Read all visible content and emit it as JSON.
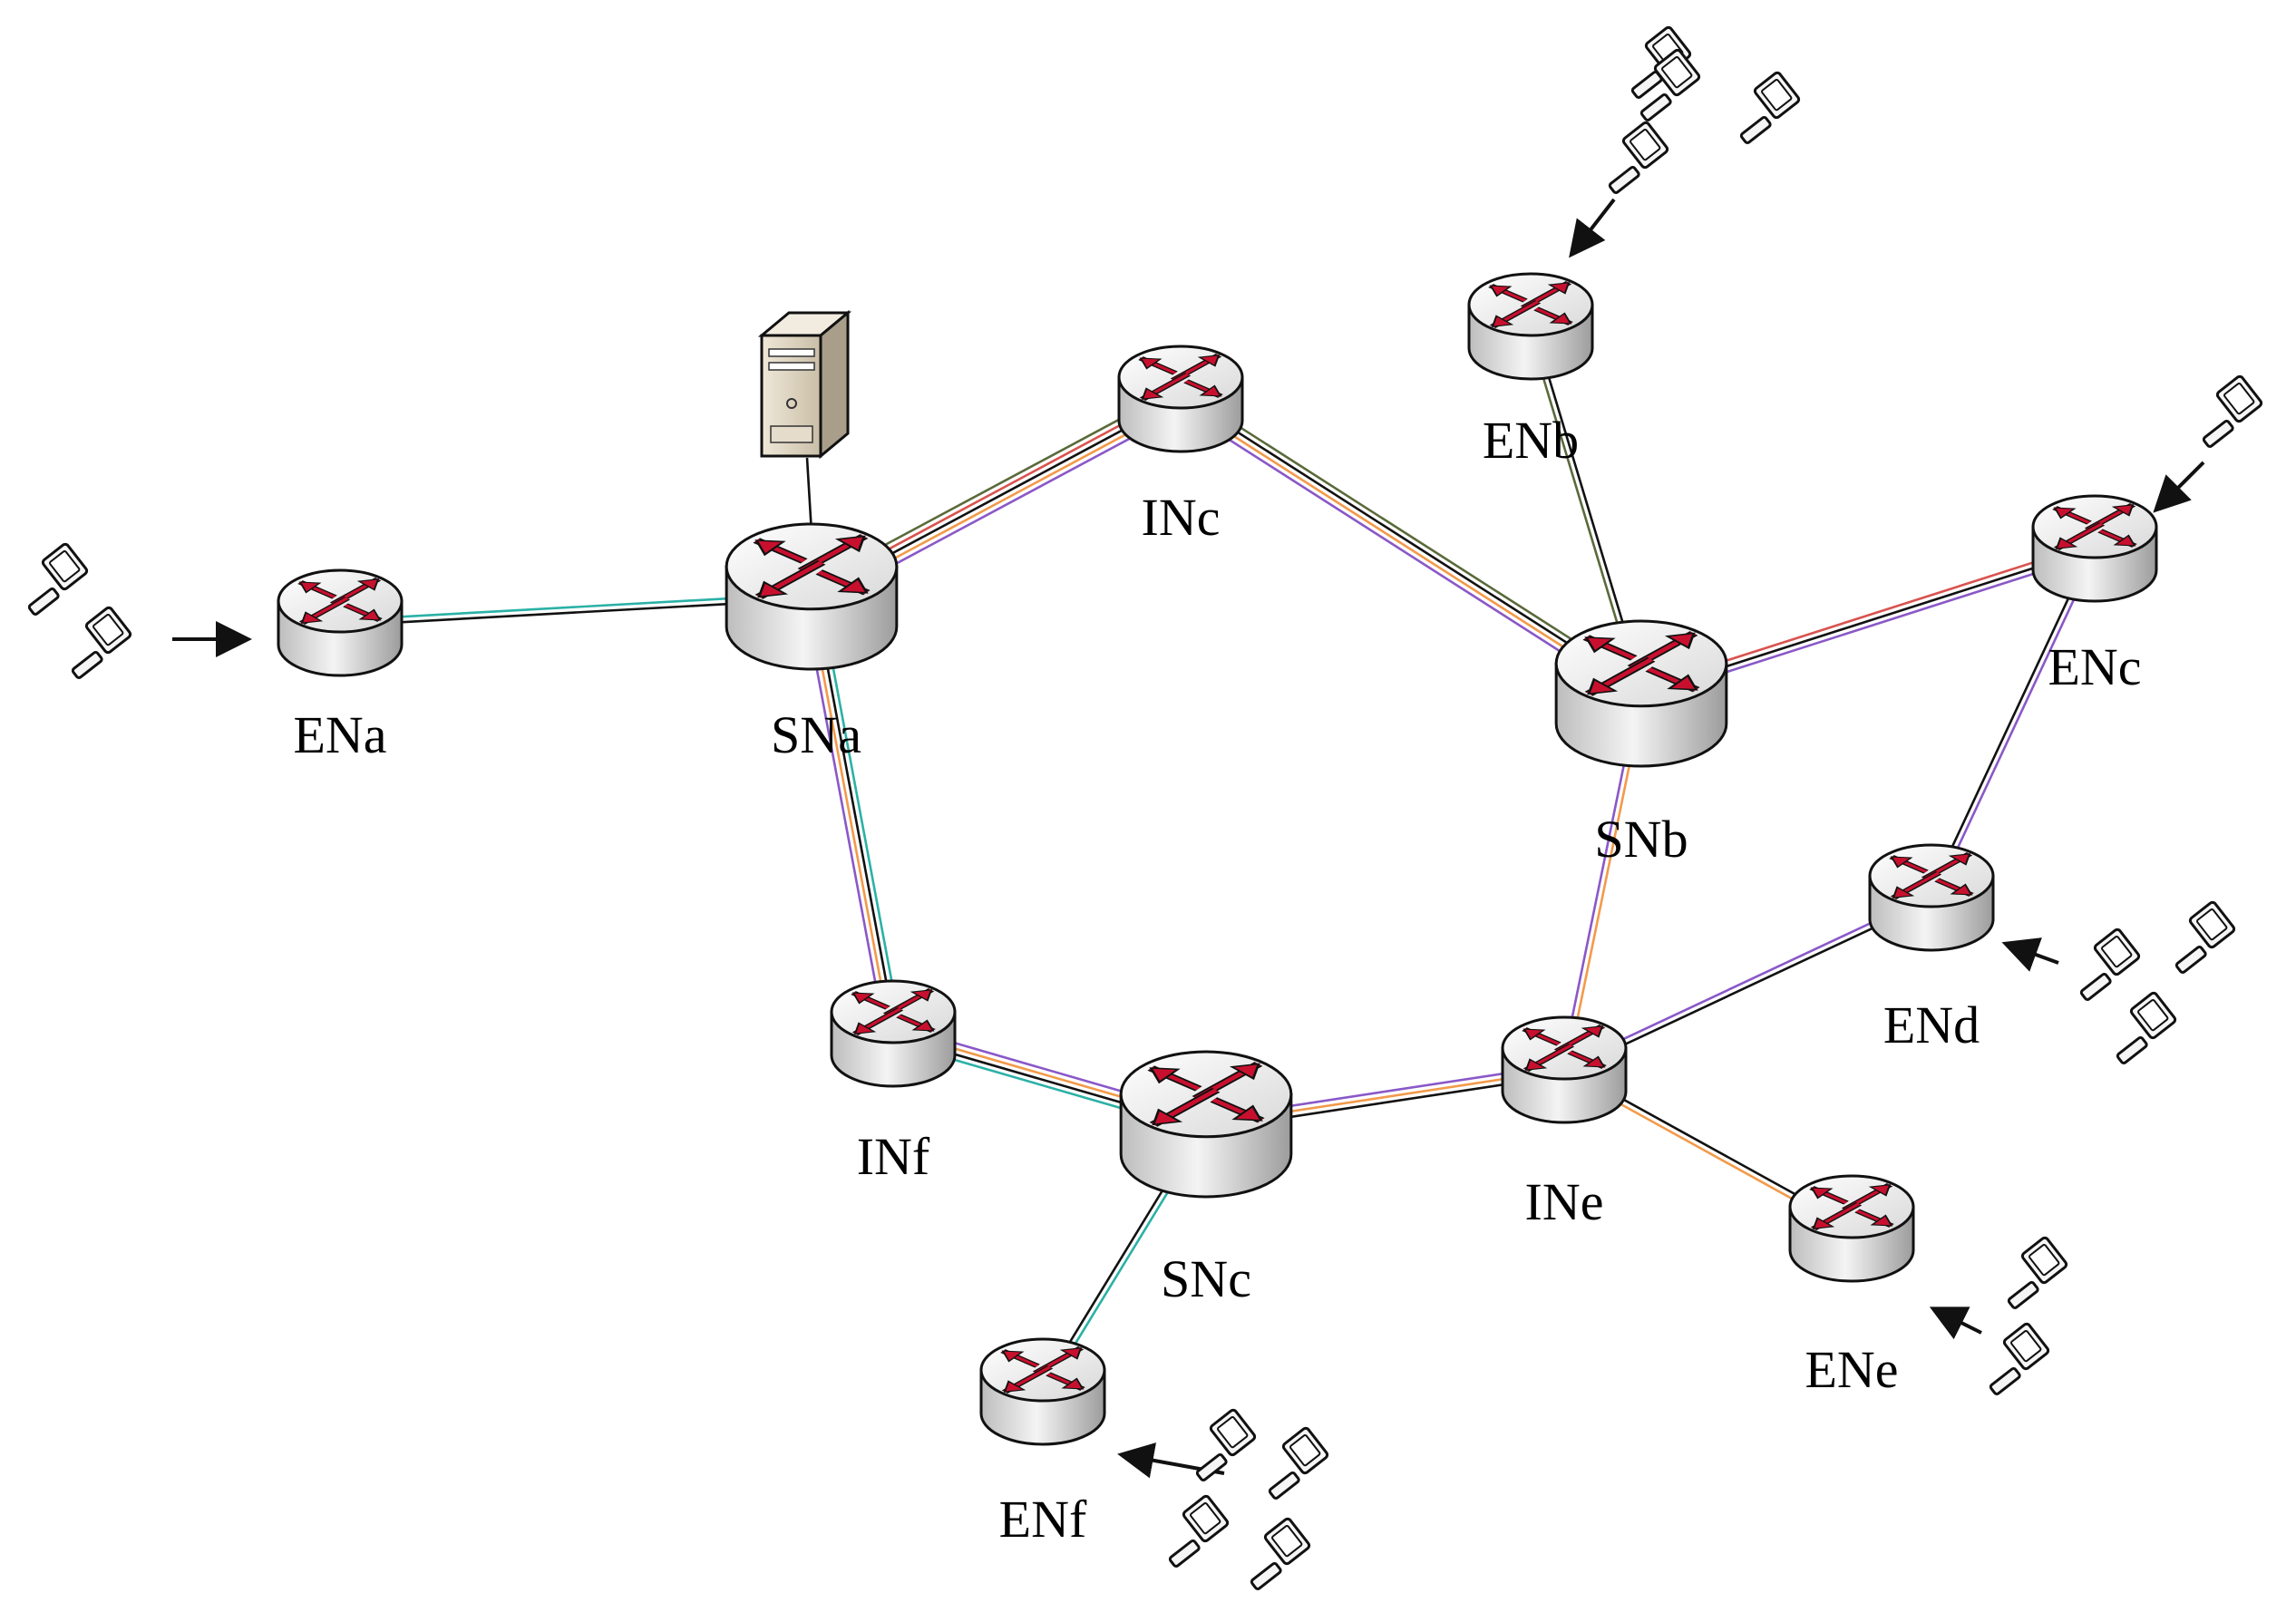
{
  "colors": {
    "black": "#111111",
    "teal": "#2bb1a6",
    "orange": "#f29a4a",
    "purple": "#8a58c8",
    "olive": "#5a6a3a",
    "red": "#d9534f",
    "router_arrow": "#c8102e"
  },
  "nodes": [
    {
      "id": "ENa",
      "label": "ENa",
      "type": "edge-router"
    },
    {
      "id": "SNa",
      "label": "SNa",
      "type": "core-router"
    },
    {
      "id": "INc",
      "label": "INc",
      "type": "edge-router"
    },
    {
      "id": "ENb",
      "label": "ENb",
      "type": "edge-router"
    },
    {
      "id": "ENc",
      "label": "ENc",
      "type": "edge-router"
    },
    {
      "id": "SNb",
      "label": "SNb",
      "type": "core-router"
    },
    {
      "id": "END",
      "label": "ENd",
      "type": "edge-router"
    },
    {
      "id": "INf",
      "label": "INf",
      "type": "edge-router"
    },
    {
      "id": "SNc",
      "label": "SNc",
      "type": "core-router"
    },
    {
      "id": "INe",
      "label": "INe",
      "type": "edge-router"
    },
    {
      "id": "ENe",
      "label": "ENe",
      "type": "edge-router"
    },
    {
      "id": "ENf",
      "label": "ENf",
      "type": "edge-router"
    }
  ],
  "links": [
    {
      "from": "ENa",
      "to": "SNa",
      "colors": [
        "teal",
        "black"
      ]
    },
    {
      "from": "SNa",
      "to": "INc",
      "colors": [
        "olive",
        "red",
        "black",
        "orange",
        "purple"
      ]
    },
    {
      "from": "INc",
      "to": "SNb",
      "colors": [
        "olive",
        "black",
        "orange",
        "purple"
      ]
    },
    {
      "from": "ENb",
      "to": "SNb",
      "colors": [
        "black",
        "olive"
      ]
    },
    {
      "from": "SNb",
      "to": "ENc",
      "colors": [
        "red",
        "black",
        "purple"
      ]
    },
    {
      "from": "ENc",
      "to": "END",
      "colors": [
        "purple",
        "black"
      ]
    },
    {
      "from": "SNa",
      "to": "INf",
      "colors": [
        "teal",
        "black",
        "orange",
        "purple"
      ]
    },
    {
      "from": "INf",
      "to": "SNc",
      "colors": [
        "purple",
        "orange",
        "black",
        "teal"
      ]
    },
    {
      "from": "SNc",
      "to": "INe",
      "colors": [
        "purple",
        "orange",
        "black"
      ]
    },
    {
      "from": "SNb",
      "to": "INe",
      "colors": [
        "orange",
        "purple"
      ]
    },
    {
      "from": "INe",
      "to": "END",
      "colors": [
        "purple",
        "black"
      ]
    },
    {
      "from": "INe",
      "to": "ENe",
      "colors": [
        "black",
        "orange"
      ]
    },
    {
      "from": "SNc",
      "to": "ENf",
      "colors": [
        "teal",
        "black"
      ]
    }
  ],
  "server": {
    "attached_to": "SNa",
    "icon": "server-icon"
  },
  "host_groups": [
    {
      "attached_to": "ENa",
      "hosts": 2,
      "icon": "computer-icon"
    },
    {
      "attached_to": "ENb",
      "hosts": 4,
      "icon": "computer-icon"
    },
    {
      "attached_to": "ENc",
      "hosts": 1,
      "icon": "computer-icon"
    },
    {
      "attached_to": "END",
      "hosts": 3,
      "icon": "computer-icon"
    },
    {
      "attached_to": "ENe",
      "hosts": 2,
      "icon": "computer-icon"
    },
    {
      "attached_to": "ENf",
      "hosts": 4,
      "icon": "computer-icon"
    }
  ]
}
